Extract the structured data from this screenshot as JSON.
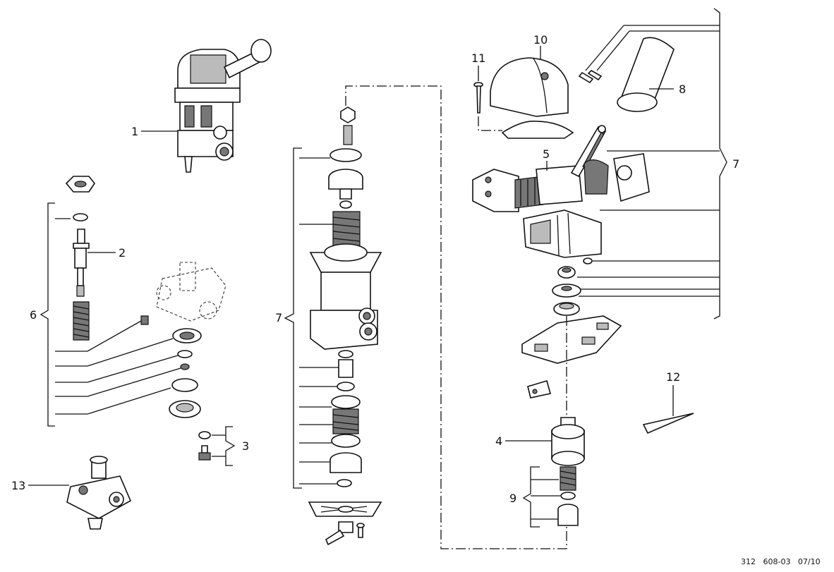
{
  "labels": {
    "l1": "1",
    "l2": "2",
    "l3": "3",
    "l4": "4",
    "l5": "5",
    "l6": "6",
    "l7_left": "7",
    "l7_right": "7",
    "l8": "8",
    "l9": "9",
    "l10": "10",
    "l11": "11",
    "l12": "12",
    "l13": "13"
  },
  "footer": "312   608-03   07/10"
}
